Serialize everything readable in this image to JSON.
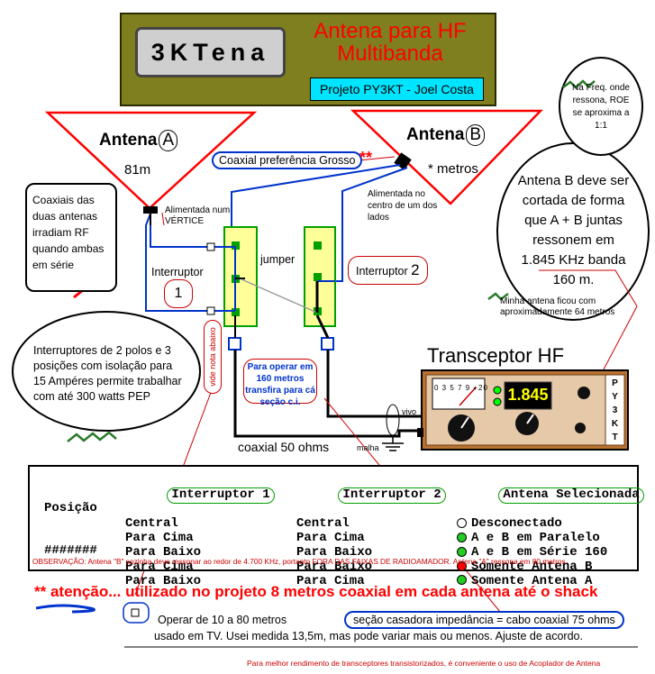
{
  "header": {
    "logo_text": "3KTena",
    "title_line1": "Antena para HF",
    "title_line2": "Multibanda",
    "project": "Projeto PY3KT - Joel Costa"
  },
  "antenna_a": {
    "label": "Antena",
    "letter": "A",
    "length": "81m",
    "feed_note": "Alimentada num VÉRTICE"
  },
  "antenna_b": {
    "label": "Antena",
    "letter": "B",
    "length": "* metros",
    "feed_note": "Alimentada no centro de um dos lados"
  },
  "coax_preference": "Coaxial preferência Grosso",
  "coax_asterisks": "**",
  "freq_note": "Na Freq. onde ressona, ROE se aproxima a 1:1",
  "antenna_b_note": "Antena B deve ser cortada de forma que A + B juntas ressonem em 1.845 KHz banda 160 m.",
  "my_antenna_note": "Minha antena ficou com aproximadamente 64 metros",
  "coax_radiate_note": "Coaxiais das duas antenas irradiam RF quando ambas em série",
  "switch1": {
    "label": "Interruptor",
    "number": "1"
  },
  "switch2": {
    "label": "Interruptor",
    "number": "2"
  },
  "jumper": "jumper",
  "switch_note": "Interruptores de 2 polos e 3 posições com isolação para 15 Ampéres permite trabalhar com até 300 watts PEP",
  "vide_nota": "vide nota abaixo",
  "operate_note": "Para operar em 160 metros transfira para cá seção c.i.",
  "transceiver": {
    "title": "Transceptor HF",
    "display": "1.845",
    "meter_scale": "0 3 5 7 9 +20",
    "callsign": [
      "P",
      "Y",
      "3",
      "K",
      "T"
    ],
    "vivo": "vivo",
    "malha": "malha"
  },
  "coax_label": "coaxial 50 ohms",
  "table": {
    "head_pos": "Posição",
    "head_hash": "#######",
    "head_i1": "Interruptor 1",
    "head_i2": "Interruptor 2",
    "head_sel": "Antena Selecionada",
    "col_i1": [
      "Central",
      "Para Cima",
      "Para Baixo",
      "Para Cima",
      "Para Baixo"
    ],
    "col_i2": [
      "Central",
      "Para Cima",
      "Para Baixo",
      "Para Baixo",
      "Para Cima"
    ],
    "col_sel": [
      "Desconectado",
      "A e B em Paralelo",
      "A e B em Série 160",
      "Somente Antena B",
      "Somente Antena A"
    ],
    "dot_colors": [
      "#ffffff",
      "#22cc22",
      "#22cc22",
      "#ff0000",
      "#22cc22"
    ],
    "observation": "OBSERVAÇÃO: Antena \"B\" sozinha deve ressonar ao redor de 4.700 KHz, portanto FORA DAS FAIXAS DE RADIOAMADOR. Antena \"A\" ressona em 80 metros"
  },
  "attention": "** atenção... utilizado no projeto 8 metros coaxial em cada antena até o shack",
  "section_note_line1": "Operar de 10 a 80 metros",
  "section_note_line2": "usado em TV. Usei medida 13,5m, mas pode variar mais ou menos. Ajuste de acordo.",
  "impedance_note": "seção casadora impedância = cabo coaxial 75 ohms",
  "footer": "Para melhor rendimento de transceptores transistorizados, é conveniente o uso de Acoplador de Antena",
  "colors": {
    "banner": "#7f7f1f",
    "wire_blue": "#0033cc",
    "switch_fill": "#ffff99",
    "switch_border": "#00a000",
    "accent_red": "#ff0000",
    "project_bg": "#00e5ff"
  }
}
